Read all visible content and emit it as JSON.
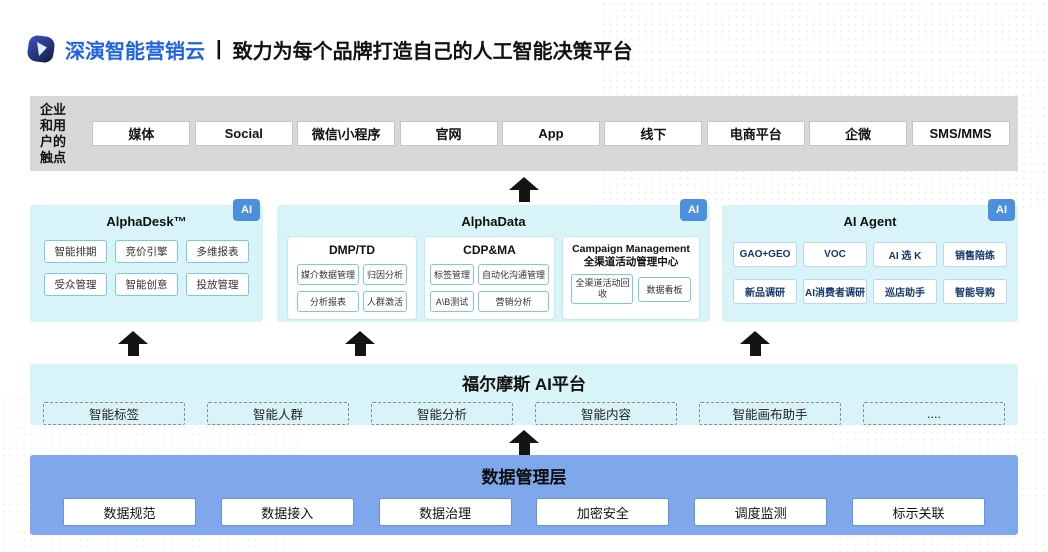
{
  "header": {
    "brand": "深演智能营销云",
    "separator": "|",
    "tagline": "致力为每个品牌打造自己的人工智能决策平台"
  },
  "touchpoints": {
    "label_lines": [
      "企业",
      "和用",
      "户的",
      "触点"
    ],
    "items": [
      "媒体",
      "Social",
      "微信\\小程序",
      "官网",
      "App",
      "线下",
      "电商平台",
      "企微",
      "SMS/MMS"
    ]
  },
  "panels": {
    "alphadesk": {
      "title": "AlphaDesk™",
      "badge": "AI",
      "items": [
        "智能排期",
        "竞价引擎",
        "多维报表",
        "受众管理",
        "智能创意",
        "投放管理"
      ]
    },
    "alphadata": {
      "title": "AlphaData",
      "badge": "AI",
      "sections": [
        {
          "title": "DMP/TD",
          "items": [
            "媒介数据管理",
            "归因分析",
            "分析报表",
            "人群激活"
          ]
        },
        {
          "title": "CDP&MA",
          "items": [
            "标签管理",
            "自动化沟通管理",
            "A\\B测试",
            "营销分析"
          ]
        },
        {
          "title_line1": "Campaign Management",
          "title_line2": "全渠道活动管理中心",
          "items": [
            "全渠道活动回收",
            "数据看板"
          ]
        }
      ]
    },
    "ai_agent": {
      "title": "AI Agent",
      "badge": "AI",
      "items": [
        "GAO+GEO",
        "VOC",
        "AI 选 K",
        "销售陪练",
        "新品调研",
        "AI消费者调研",
        "巡店助手",
        "智能导购"
      ]
    }
  },
  "platform": {
    "title": "福尔摩斯 AI平台",
    "items": [
      "智能标签",
      "智能人群",
      "智能分析",
      "智能内容",
      "智能画布助手",
      "...."
    ]
  },
  "data_layer": {
    "title": "数据管理层",
    "items": [
      "数据规范",
      "数据接入",
      "数据治理",
      "加密安全",
      "调度监测",
      "标示关联"
    ]
  },
  "colors": {
    "brand_blue": "#2064e4",
    "panel_cyan": "#d9f4f8",
    "badge_blue": "#4a90dd",
    "data_layer_blue": "#7fa7ec",
    "touchbar_gray": "#d8d8d8",
    "arrow_black": "#141414"
  }
}
